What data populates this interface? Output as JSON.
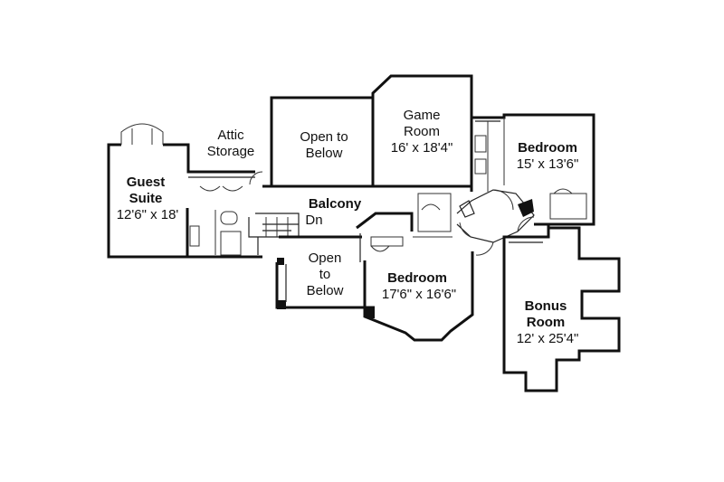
{
  "rooms": {
    "game_room": {
      "name_1": "Game",
      "name_2": "Room",
      "size": "16' x 18'4\""
    },
    "open_upper": {
      "line_1": "Open to",
      "line_2": "Below"
    },
    "bedroom_right": {
      "name": "Bedroom",
      "size": "15' x 13'6\""
    },
    "attic": {
      "line_1": "Attic",
      "line_2": "Storage"
    },
    "guest_suite": {
      "name_1": "Guest",
      "name_2": "Suite",
      "size": "12'6\" x 18'"
    },
    "balcony": {
      "name": "Balcony",
      "stair": "Dn"
    },
    "open_lower": {
      "line_1": "Open",
      "line_2": "to",
      "line_3": "Below"
    },
    "bedroom_center": {
      "name": "Bedroom",
      "size": "17'6\" x 16'6\""
    },
    "bonus_room": {
      "name_1": "Bonus",
      "name_2": "Room",
      "size": "12' x 25'4\""
    }
  }
}
